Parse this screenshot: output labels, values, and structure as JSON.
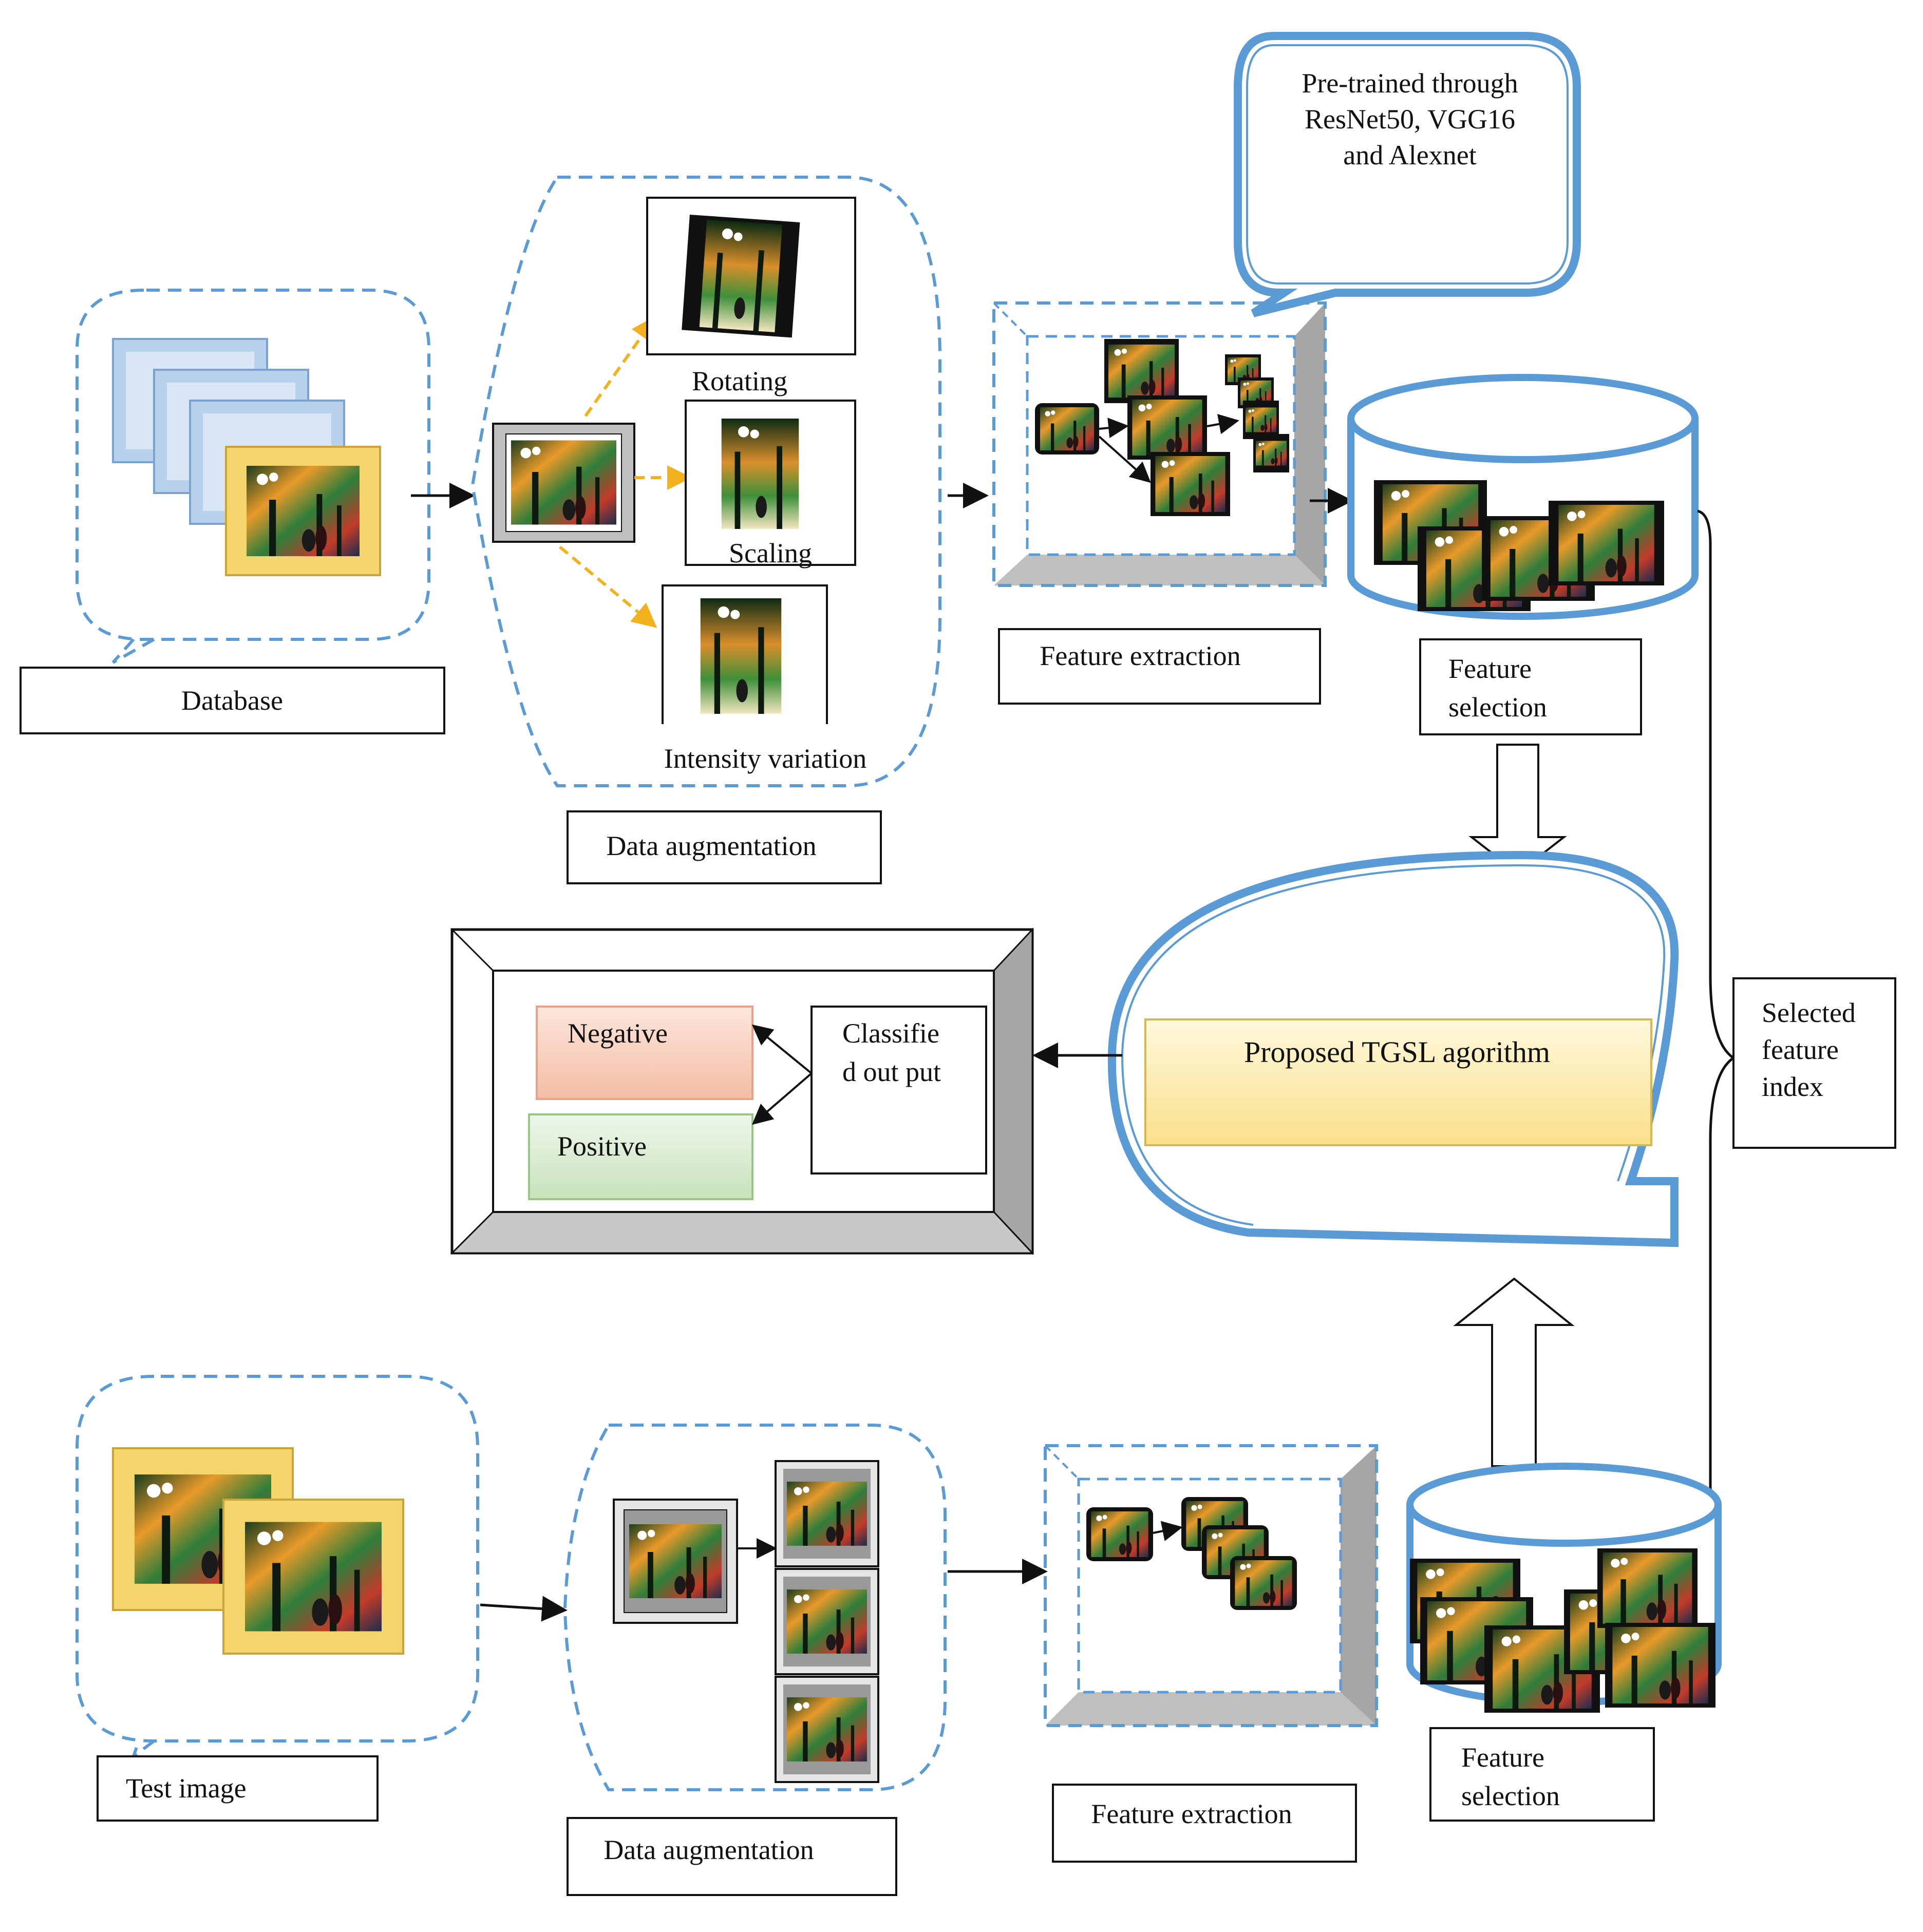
{
  "labels": {
    "database": "Database",
    "data_augmentation_top": "Data augmentation",
    "rotating": "Rotating",
    "scaling": "Scaling",
    "intensity_variation": "Intensity variation",
    "feature_extraction_top": "Feature extraction",
    "pretrained_line1": "Pre-trained through",
    "pretrained_line2": "ResNet50, VGG16",
    "pretrained_line3": "and Alexnet",
    "feature_selection_top_line1": "Feature",
    "feature_selection_top_line2": "selection",
    "algorithm": "Proposed TGSL agorithm",
    "selected_feature_line1": "Selected",
    "selected_feature_line2": "feature",
    "selected_feature_line3": "index",
    "negative": "Negative",
    "positive": "Positive",
    "classified_line1": "Classifie",
    "classified_line2": "d out put",
    "test_image": "Test image",
    "data_augmentation_bottom": "Data augmentation",
    "feature_extraction_bottom": "Feature extraction",
    "feature_selection_bottom_line1": "Feature",
    "feature_selection_bottom_line2": "selection"
  },
  "colors": {
    "dashed_blue": "#5b9bd5",
    "cylinder_blue": "#5b9bd5",
    "gold_frame": "#f3d56b",
    "gold_frame_dark": "#c9a43b",
    "blue_frame": "#b8d1ec",
    "negative_fill": "#f8d3c3",
    "positive_fill": "#d9ecd0",
    "algorithm_fill": "#fdeaa0",
    "arrow_orange": "#f2b21d",
    "bevel_gray": "#a6a6a6"
  }
}
